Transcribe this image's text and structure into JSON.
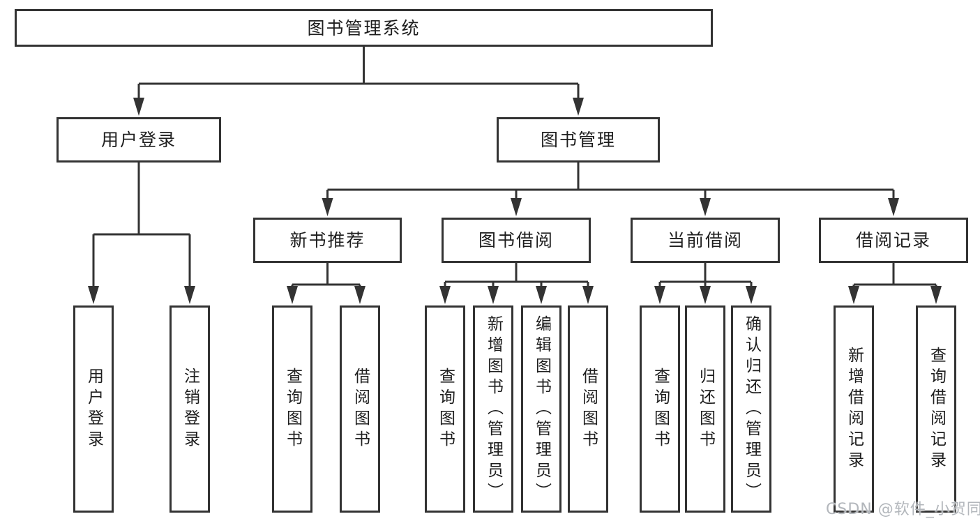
{
  "diagram": {
    "root": {
      "label": "图书管理系统"
    },
    "level2": {
      "user_login": {
        "label": "用户登录"
      },
      "book_mgmt": {
        "label": "图书管理"
      }
    },
    "user_login_children": [
      {
        "label": "用户登录"
      },
      {
        "label": "注销登录"
      }
    ],
    "book_mgmt_children": [
      {
        "label": "新书推荐"
      },
      {
        "label": "图书借阅"
      },
      {
        "label": "当前借阅"
      },
      {
        "label": "借阅记录"
      }
    ],
    "new_book_children": [
      {
        "label": "查询图书"
      },
      {
        "label": "借阅图书"
      }
    ],
    "book_borrow_children": [
      {
        "label": "查询图书"
      },
      {
        "label": "新增图书（管理员）"
      },
      {
        "label": "编辑图书（管理员）"
      },
      {
        "label": "借阅图书"
      }
    ],
    "current_borrow_children": [
      {
        "label": "查询图书"
      },
      {
        "label": "归还图书"
      },
      {
        "label": "确认归还（管理员）"
      }
    ],
    "borrow_record_children": [
      {
        "label": "新增借阅记录"
      },
      {
        "label": "查询借阅记录"
      }
    ],
    "line_color": "#333333",
    "background_color": "#ffffff"
  },
  "watermark": "CSDN @软件_小贺同学"
}
